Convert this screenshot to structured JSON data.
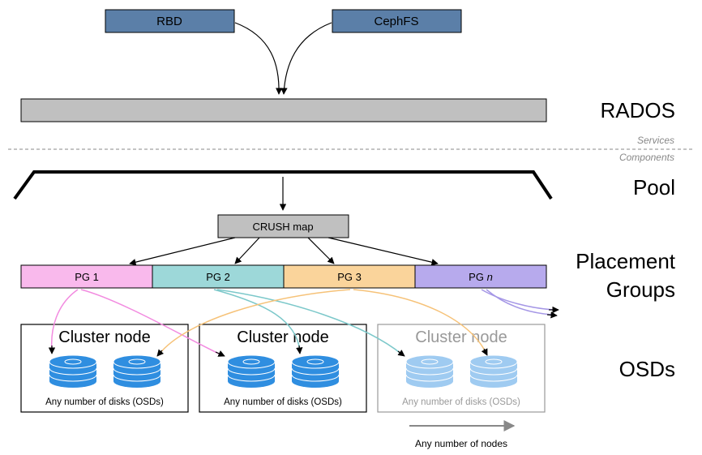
{
  "services": {
    "rbd": "RBD",
    "cephfs": "CephFS"
  },
  "layers": {
    "rados": "RADOS",
    "pool": "Pool",
    "placement_line1": "Placement",
    "placement_line2": "Groups",
    "osds": "OSDs"
  },
  "divider": {
    "services_label": "Services",
    "components_label": "Components"
  },
  "crush_map": "CRUSH map",
  "placement_groups": [
    {
      "label": "PG 1",
      "color": "#f9b9ec"
    },
    {
      "label": "PG 2",
      "color": "#9dd8d9"
    },
    {
      "label": "PG 3",
      "color": "#fad49b"
    },
    {
      "label": "PG",
      "suffix": "n",
      "color": "#b7aaed"
    }
  ],
  "cluster_nodes": [
    {
      "title": "Cluster node",
      "caption": "Any number of disks (OSDs)",
      "faded": false
    },
    {
      "title": "Cluster node",
      "caption": "Any number of disks (OSDs)",
      "faded": false
    },
    {
      "title": "Cluster node",
      "caption": "Any number of disks (OSDs)",
      "faded": true
    }
  ],
  "nodes_caption": "Any number of nodes",
  "colors": {
    "service_box": "#5b7fa8",
    "rados_bar": "#c0c0c0",
    "crush_box": "#c0c0c0",
    "disk": "#2f8ee0",
    "disk_faded": "#9fcbf1"
  }
}
